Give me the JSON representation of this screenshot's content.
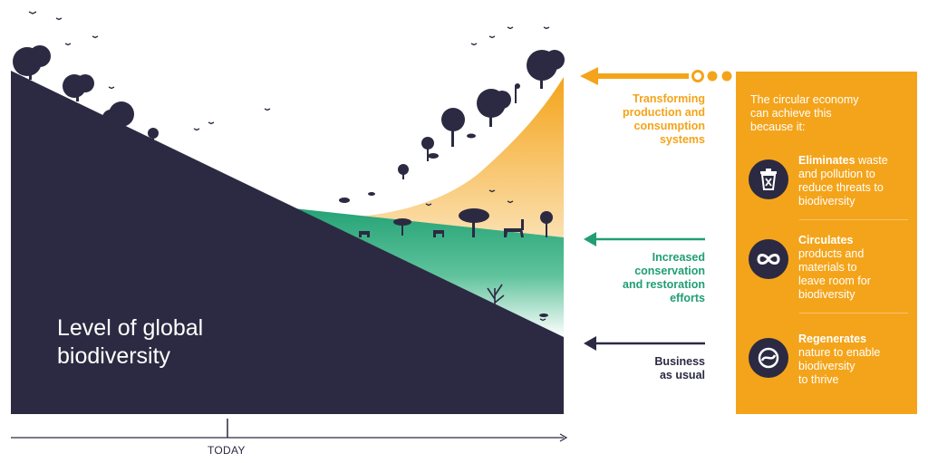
{
  "main_title": [
    "Level of global",
    "biodiversity"
  ],
  "timeline_label": "TODAY",
  "scenarios": {
    "transforming": [
      "Transforming",
      "production and",
      "consumption",
      "systems"
    ],
    "conservation": [
      "Increased",
      "conservation",
      "and restoration",
      "efforts"
    ],
    "business_as_usual": [
      "Business",
      "as usual"
    ]
  },
  "panel": {
    "intro": [
      "The circular economy",
      "can achieve this",
      "because it:"
    ],
    "items": [
      {
        "icon": "bin-icon",
        "bold": "Eliminates",
        "rest_first": " waste",
        "lines": [
          "and pollution to",
          "reduce threats to",
          "biodiversity"
        ]
      },
      {
        "icon": "infinity-icon",
        "bold": "Circulates",
        "rest_first": "",
        "lines": [
          "products and",
          "materials to",
          "leave room for",
          "biodiversity"
        ]
      },
      {
        "icon": "regenerate-icon",
        "bold": "Regenerates",
        "rest_first": "",
        "lines": [
          "nature to enable",
          "biodiversity",
          "to thrive"
        ]
      }
    ]
  },
  "colors": {
    "navy": "#2b2a42",
    "orange": "#f4a41a",
    "green": "#1f9f72"
  }
}
